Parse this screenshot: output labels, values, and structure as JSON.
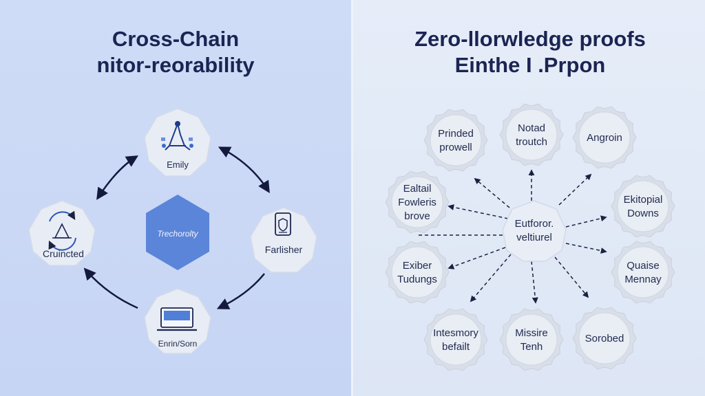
{
  "left_panel": {
    "title_line1": "Cross-Chain",
    "title_line2": "nitor-reorability",
    "center_label": "Trechorolty",
    "nodes": {
      "top": {
        "label": "Emily",
        "icon": "network-tree-icon"
      },
      "left": {
        "label": "Cruincted",
        "icon": "cycle-arrows-icon"
      },
      "right": {
        "label": "Farlisher",
        "icon": "document-shield-icon"
      },
      "bottom": {
        "label": "Enrin/Sorn",
        "icon": "laptop-icon"
      }
    }
  },
  "right_panel": {
    "title_line1": "Zero-llorwledge proofs",
    "title_line2": "Einthe I .Prpon",
    "center": {
      "line1": "Eutforor.",
      "line2": "veltiurel"
    },
    "nodes": {
      "top_left": {
        "line1": "Prinded",
        "line2": "prowell"
      },
      "top_center": {
        "line1": "Notad",
        "line2": "troutch"
      },
      "top_right": {
        "line1": "Angroin",
        "line2": ""
      },
      "mid_left": {
        "line1": "Ealtail",
        "line2": "Fowleris",
        "line3": "brove"
      },
      "mid_right": {
        "line1": "Ekitopial",
        "line2": "Downs"
      },
      "low_left": {
        "line1": "Exiber",
        "line2": "Tudungs"
      },
      "low_right": {
        "line1": "Quaise",
        "line2": "Mennay"
      },
      "bottom_left": {
        "line1": "Intesmory",
        "line2": "befailt"
      },
      "bottom_center": {
        "line1": "Missire",
        "line2": "Tenh"
      },
      "bottom_right": {
        "line1": "Sorobed",
        "line2": ""
      }
    }
  },
  "colors": {
    "left_bg": "#cbd9f6",
    "right_bg": "#e3eaf8",
    "title": "#1b2452",
    "center_hex": "#5b85d8",
    "node_fill": "#e7ebf3",
    "arrow": "#141a3d"
  }
}
